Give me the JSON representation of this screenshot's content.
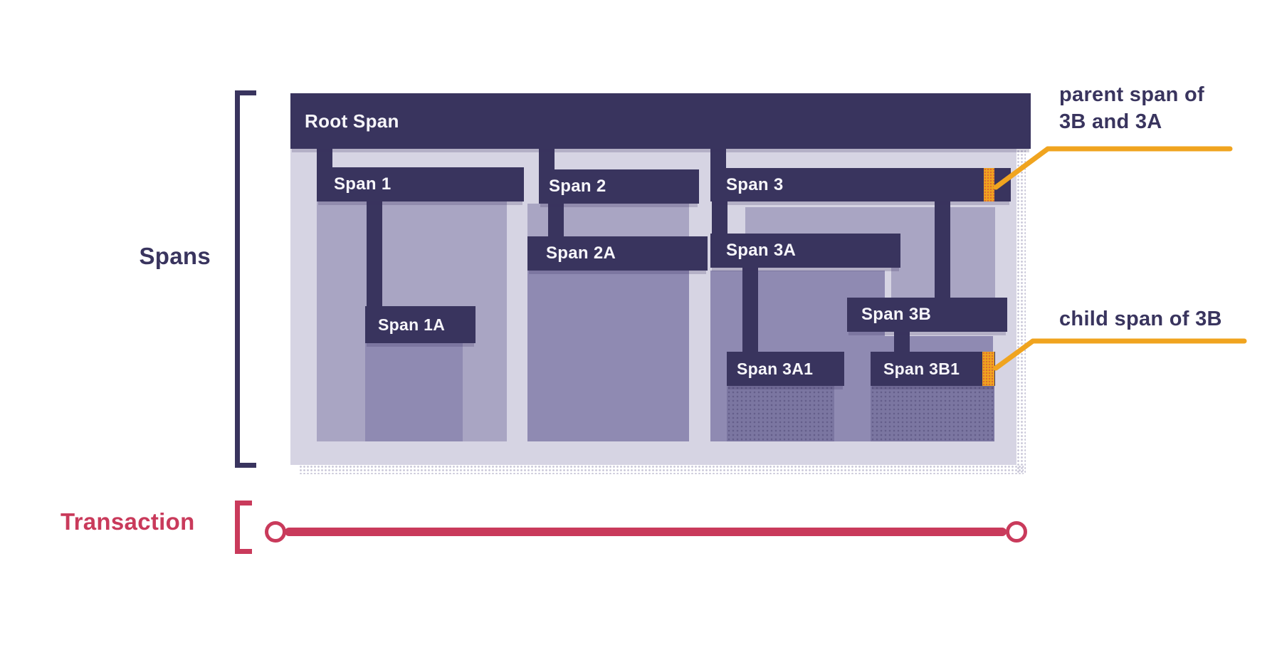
{
  "labels": {
    "root": "Root Span",
    "span1": "Span 1",
    "span1a": "Span 1A",
    "span2": "Span 2",
    "span2a": "Span 2A",
    "span3": "Span 3",
    "span3a": "Span 3A",
    "span3b": "Span 3B",
    "span3a1": "Span 3A1",
    "span3b1": "Span 3B1"
  },
  "side_labels": {
    "spans": "Spans",
    "transaction": "Transaction"
  },
  "annotations": {
    "parent_line1": "parent span of",
    "parent_line2": "3B and 3A",
    "child": "child span of 3B"
  },
  "icons": {
    "parent_marker": "orange-parent-marker",
    "child_marker": "orange-child-marker"
  },
  "colors": {
    "navy": "#39345e",
    "panel": "#d6d4e3",
    "body_l1": "#a9a5c3",
    "body_l2": "#8f8ab2",
    "body_l3": "#7b76a1",
    "orange": "#f0a41f",
    "crimson": "#c93a5b",
    "text_light": "#f7f6fa",
    "shadow_dot": "#c9c7d8"
  }
}
